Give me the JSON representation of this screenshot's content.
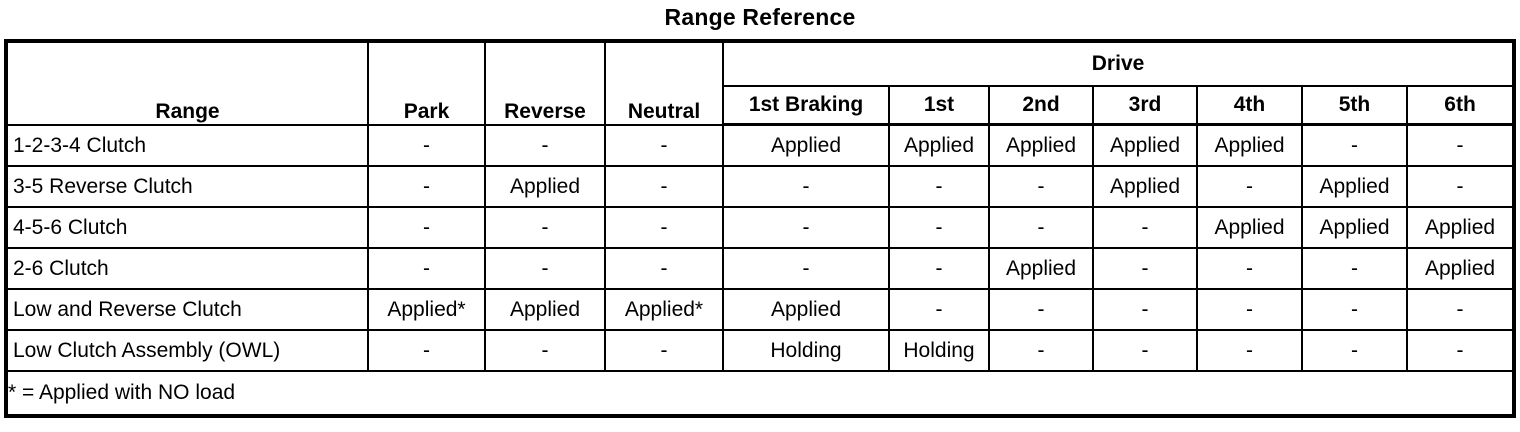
{
  "title": "Range Reference",
  "chart_data": {
    "type": "table",
    "title": "Range Reference",
    "header": {
      "range": "Range",
      "fixed": [
        "Park",
        "Reverse",
        "Neutral"
      ],
      "group": "Drive",
      "drive": [
        "1st Braking",
        "1st",
        "2nd",
        "3rd",
        "4th",
        "5th",
        "6th"
      ]
    },
    "columns": [
      "Range",
      "Park",
      "Reverse",
      "Neutral",
      "1st Braking",
      "1st",
      "2nd",
      "3rd",
      "4th",
      "5th",
      "6th"
    ],
    "rows": [
      {
        "label": "1-2-3-4 Clutch",
        "values": [
          "-",
          "-",
          "-",
          "Applied",
          "Applied",
          "Applied",
          "Applied",
          "Applied",
          "-",
          "-"
        ]
      },
      {
        "label": "3-5 Reverse Clutch",
        "values": [
          "-",
          "Applied",
          "-",
          "-",
          "-",
          "-",
          "Applied",
          "-",
          "Applied",
          "-"
        ]
      },
      {
        "label": "4-5-6 Clutch",
        "values": [
          "-",
          "-",
          "-",
          "-",
          "-",
          "-",
          "-",
          "Applied",
          "Applied",
          "Applied"
        ]
      },
      {
        "label": "2-6 Clutch",
        "values": [
          "-",
          "-",
          "-",
          "-",
          "-",
          "Applied",
          "-",
          "-",
          "-",
          "Applied"
        ]
      },
      {
        "label": "Low and Reverse Clutch",
        "values": [
          "Applied*",
          "Applied",
          "Applied*",
          "Applied",
          "-",
          "-",
          "-",
          "-",
          "-",
          "-"
        ]
      },
      {
        "label": "Low Clutch Assembly (OWL)",
        "values": [
          "-",
          "-",
          "-",
          "Holding",
          "Holding",
          "-",
          "-",
          "-",
          "-",
          "-"
        ]
      }
    ],
    "footnote": "* = Applied with NO load",
    "layout": {
      "grid": "on",
      "legend": "none"
    }
  },
  "colors": {
    "border": "#000000",
    "text": "#000000",
    "background": "#ffffff"
  }
}
